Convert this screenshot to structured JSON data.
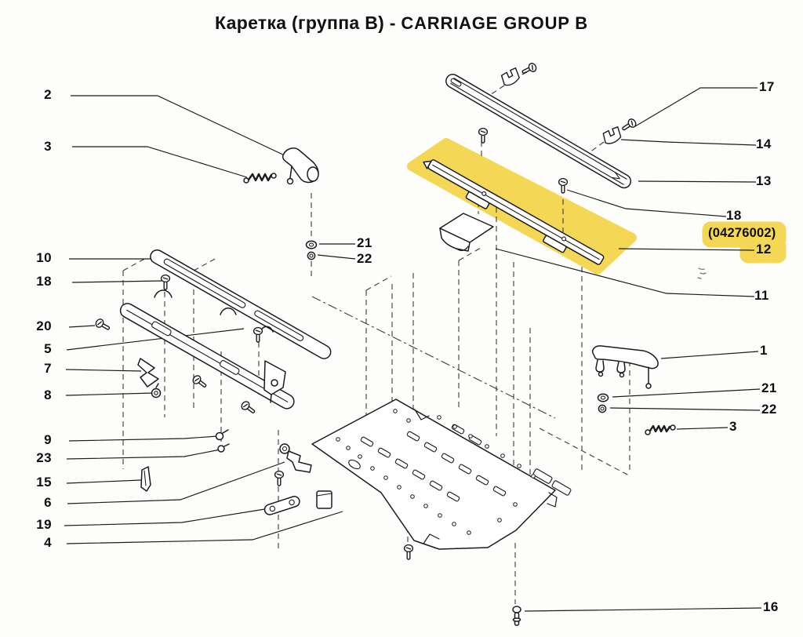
{
  "title": {
    "ru": "Каретка (группа B)",
    "sep": " - ",
    "en": "CARRIAGE GROUP B"
  },
  "highlight": {
    "part_code": "(04276002)",
    "highlighted_callout": "12",
    "highlight_color": "#F4D855"
  },
  "diagram": {
    "type": "exploded-parts-diagram",
    "line_color": "#1b1b1b",
    "background": "#fdfdfc"
  },
  "callouts": [
    {
      "label": "2"
    },
    {
      "label": "3"
    },
    {
      "label": "10"
    },
    {
      "label": "18"
    },
    {
      "label": "20"
    },
    {
      "label": "5"
    },
    {
      "label": "7"
    },
    {
      "label": "8"
    },
    {
      "label": "9"
    },
    {
      "label": "23"
    },
    {
      "label": "15"
    },
    {
      "label": "6"
    },
    {
      "label": "19"
    },
    {
      "label": "4"
    },
    {
      "label": "17"
    },
    {
      "label": "14"
    },
    {
      "label": "13"
    },
    {
      "label": "18"
    },
    {
      "label": "12",
      "highlighted": true
    },
    {
      "label": "11"
    },
    {
      "label": "1"
    },
    {
      "label": "21"
    },
    {
      "label": "22"
    },
    {
      "label": "3"
    },
    {
      "label": "16"
    },
    {
      "label": "21"
    },
    {
      "label": "22"
    }
  ]
}
